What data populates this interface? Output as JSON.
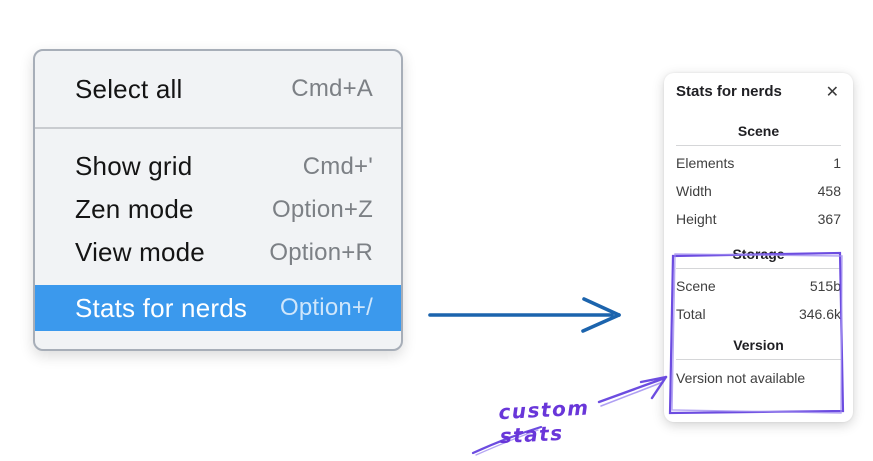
{
  "colors": {
    "highlight_blue": "#3b99ed",
    "arrow_blue": "#1c64ad",
    "annotation_purple": "#6c4ce0",
    "annotation_purple_light": "#a18ef0",
    "annotation_text_purple": "#6936d9",
    "menu_bg": "#f1f3f5",
    "menu_border": "#a7aeb8"
  },
  "icons": {
    "close": "✕"
  },
  "menu": {
    "group1": [
      {
        "label": "Select all",
        "shortcut": "Cmd+A"
      }
    ],
    "group2": [
      {
        "label": "Show grid",
        "shortcut": "Cmd+'"
      },
      {
        "label": "Zen mode",
        "shortcut": "Option+Z"
      },
      {
        "label": "View mode",
        "shortcut": "Option+R"
      },
      {
        "label": "Stats for nerds",
        "shortcut": "Option+/",
        "selected": true
      }
    ]
  },
  "panel": {
    "title": "Stats for nerds",
    "sections": [
      {
        "header": "Scene",
        "rows": [
          {
            "label": "Elements",
            "value": "1"
          },
          {
            "label": "Width",
            "value": "458"
          },
          {
            "label": "Height",
            "value": "367"
          }
        ]
      },
      {
        "header": "Storage",
        "rows": [
          {
            "label": "Scene",
            "value": "515b"
          },
          {
            "label": "Total",
            "value": "346.6k"
          }
        ]
      },
      {
        "header": "Version",
        "note": "Version not available"
      }
    ]
  },
  "annotation": {
    "label": "custom stats"
  }
}
